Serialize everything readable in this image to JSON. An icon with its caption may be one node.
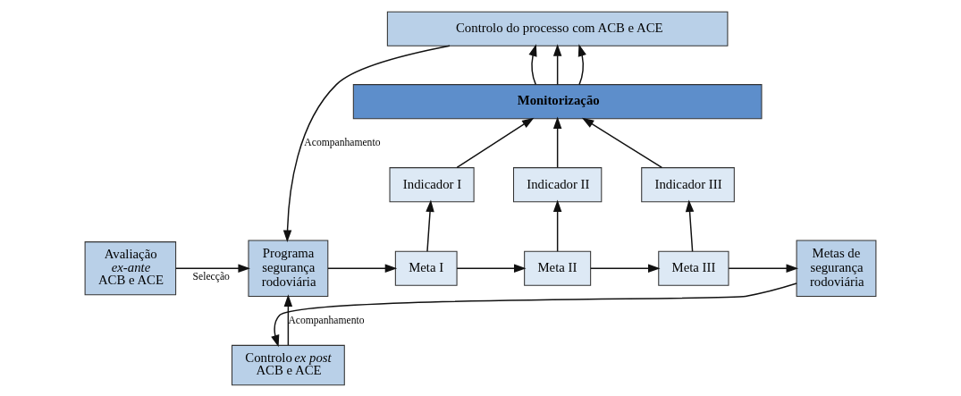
{
  "diagram": {
    "nodes": [
      {
        "text": [
          "Controlo do processo com ACB e ACE"
        ]
      },
      {
        "text": [
          "Avaliação *ex-ante* ACB e ACE"
        ]
      },
      {
        "text": [
          "Monitorização"
        ]
      },
      {
        "text": [
          "Indicador I"
        ]
      },
      {
        "text": [
          "Indicador II"
        ]
      },
      {
        "text": [
          "Indicador III"
        ]
      },
      {
        "text": [
          "Programa segurança rodoviária"
        ]
      },
      {
        "text": [
          "Meta I"
        ]
      },
      {
        "text": [
          "Meta II"
        ]
      },
      {
        "text": [
          "Meta III"
        ]
      },
      {
        "text": [
          "Metas de segurança rodoviária"
        ]
      },
      {
        "text": [
          "Controlo *ex post* ACB e ACE"
        ]
      }
    ],
    "edges": [
      {
        "from": 2,
        "to": 0,
        "arrow": "to"
      },
      {
        "from": 2,
        "to": 0,
        "arrow": "to"
      },
      {
        "from": 2,
        "to": 0,
        "arrow": "to"
      },
      {
        "from": 3,
        "to": 2,
        "arrow": "to"
      },
      {
        "from": 4,
        "to": 2,
        "arrow": "to"
      },
      {
        "from": 5,
        "to": 2,
        "arrow": "to"
      },
      {
        "from": 7,
        "to": 3,
        "arrow": "to"
      },
      {
        "from": 8,
        "to": 4,
        "arrow": "to"
      },
      {
        "from": 9,
        "to": 5,
        "arrow": "to"
      },
      {
        "from": 0,
        "to": 6,
        "arrow": "to",
        "label": "Acompanhamento"
      },
      {
        "from": 1,
        "to": 6,
        "arrow": "to",
        "label": "Selecção"
      },
      {
        "from": 11,
        "to": 6,
        "arrow": "to",
        "label": "Acompanhamento"
      },
      {
        "from": 6,
        "to": 7,
        "arrow": "to"
      },
      {
        "from": 7,
        "to": 8,
        "arrow": "to"
      },
      {
        "from": 8,
        "to": 9,
        "arrow": "to"
      },
      {
        "from": 9,
        "to": 10,
        "arrow": "to"
      },
      {
        "from": 10,
        "to": 11,
        "arrow": "to"
      }
    ]
  }
}
